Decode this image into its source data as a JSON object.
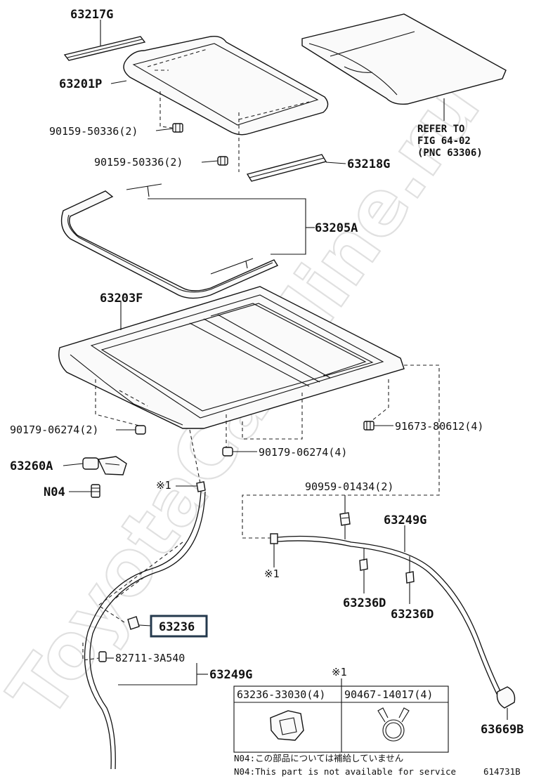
{
  "watermark": "ToyotaCarMine.ru",
  "labels": {
    "p63217G": "63217G",
    "p63201P": "63201P",
    "p90159a": "90159-50336(2)",
    "p90159b": "90159-50336(2)",
    "p63218G": "63218G",
    "ref1": "REFER TO",
    "ref2": "FIG 64-02",
    "ref3": "(PNC 63306)",
    "p63205A": "63205A",
    "p63203F": "63203F",
    "p90179a": "90179-06274(2)",
    "p91673": "91673-80612(4)",
    "p90179b": "90179-06274(4)",
    "p63260A": "63260A",
    "pN04": "N04",
    "mark1a": "※1",
    "p90959": "90959-01434(2)",
    "p63249Ga": "63249G",
    "mark1b": "※1",
    "p63236Da": "63236D",
    "p63236Db": "63236D",
    "p63236": "63236",
    "p82711": "82711-3A540",
    "p63249Gb": "63249G",
    "mark1c": "※1",
    "p63669B": "63669B",
    "fig_id": "614731B"
  },
  "legend_table": {
    "col1_header": "63236-33030(4)",
    "col2_header": "90467-14017(4)"
  },
  "notes": {
    "jp": "N04:この部品については補給していません",
    "en": "N04:This part is not available for service"
  }
}
